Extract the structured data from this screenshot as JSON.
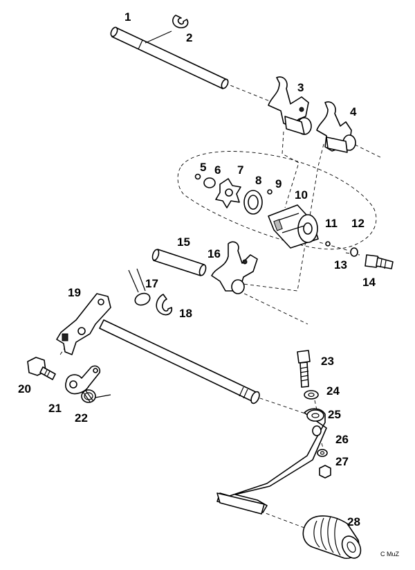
{
  "labels": [
    {
      "id": "1",
      "text": "1"
    },
    {
      "id": "2",
      "text": "2"
    },
    {
      "id": "3",
      "text": "3"
    },
    {
      "id": "4",
      "text": "4"
    },
    {
      "id": "5",
      "text": "5"
    },
    {
      "id": "6",
      "text": "6"
    },
    {
      "id": "7",
      "text": "7"
    },
    {
      "id": "8",
      "text": "8"
    },
    {
      "id": "9",
      "text": "9"
    },
    {
      "id": "10",
      "text": "10"
    },
    {
      "id": "11",
      "text": "11"
    },
    {
      "id": "12",
      "text": "12"
    },
    {
      "id": "13",
      "text": "13"
    },
    {
      "id": "14",
      "text": "14"
    },
    {
      "id": "15",
      "text": "15"
    },
    {
      "id": "16",
      "text": "16"
    },
    {
      "id": "17",
      "text": "17"
    },
    {
      "id": "18",
      "text": "18"
    },
    {
      "id": "19",
      "text": "19"
    },
    {
      "id": "20",
      "text": "20"
    },
    {
      "id": "21",
      "text": "21"
    },
    {
      "id": "22",
      "text": "22"
    },
    {
      "id": "23",
      "text": "23"
    },
    {
      "id": "24",
      "text": "24"
    },
    {
      "id": "25",
      "text": "25"
    },
    {
      "id": "26",
      "text": "26"
    },
    {
      "id": "27",
      "text": "27"
    },
    {
      "id": "28",
      "text": "28"
    }
  ],
  "copyright": "C MuZ"
}
